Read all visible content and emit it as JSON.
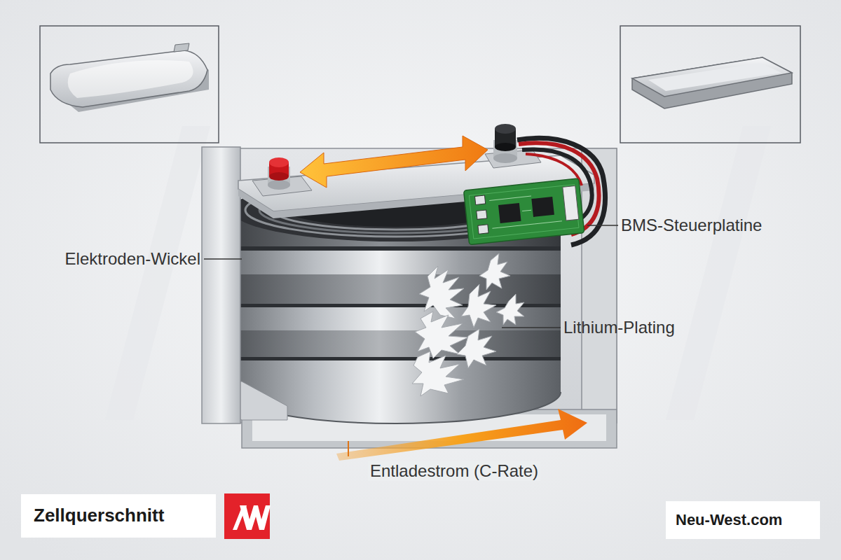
{
  "diagram": {
    "nodes": [
      {
        "text": [
          "Zellquerschnitt"
        ]
      },
      {
        "text": [
          "Neu-West.com"
        ]
      }
    ],
    "labels": [
      "Elektroden-Wickel",
      "BMS-Steuerplatine",
      "Lithium-Plating",
      "Entladestrom (C-Rate)"
    ]
  }
}
